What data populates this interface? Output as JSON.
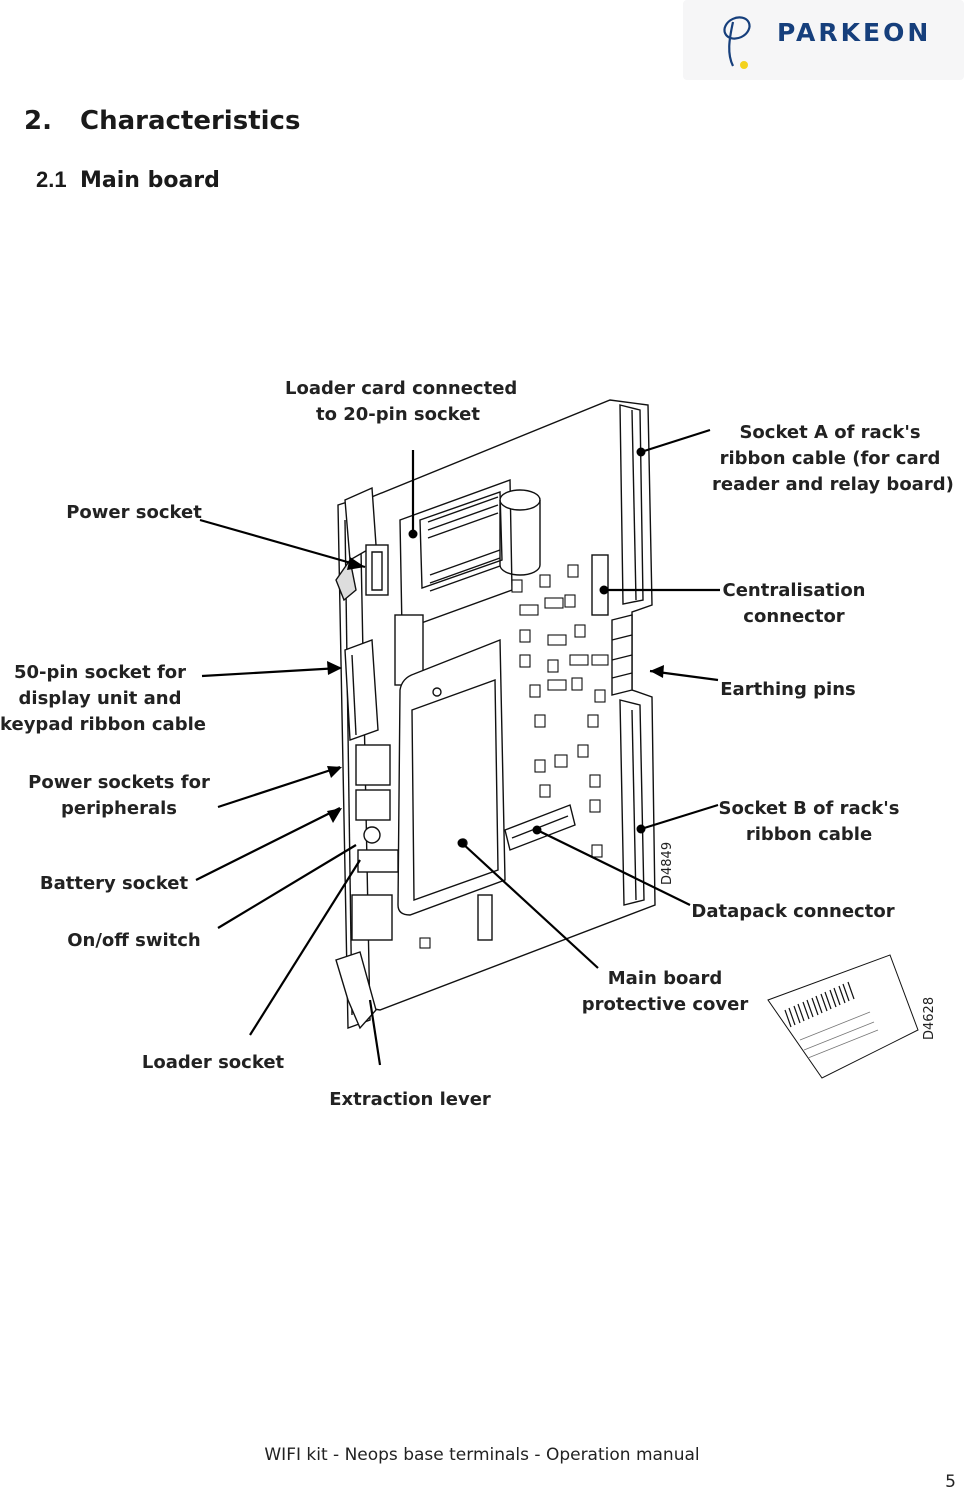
{
  "logo": {
    "text": "PARKEON",
    "brand_color": "#163f7c",
    "accent_color": "#f3d21e"
  },
  "heading": {
    "number": "2.",
    "title": "Characteristics"
  },
  "subheading": {
    "number": "2.1",
    "title": "Main board"
  },
  "figure": {
    "ref_main": "D4849",
    "ref_label": "D4628",
    "labels": {
      "loader_card_1": "Loader card connected",
      "loader_card_2": "to 20-pin socket",
      "socket_a_1": "Socket A of rack's",
      "socket_a_2": "ribbon cable (for card",
      "socket_a_3": "reader and relay board)",
      "power_socket": "Power socket",
      "centralisation_1": "Centralisation",
      "centralisation_2": "connector",
      "pin50_1": "50-pin socket for",
      "pin50_2": "display unit and",
      "pin50_3": "keypad ribbon cable",
      "earthing": "Earthing pins",
      "power_periph_1": "Power sockets for",
      "power_periph_2": "peripherals",
      "socket_b_1": "Socket B of rack's",
      "socket_b_2": "ribbon cable",
      "battery": "Battery socket",
      "datapack": "Datapack connector",
      "onoff": "On/off switch",
      "cover_1": "Main board",
      "cover_2": "protective cover",
      "loader_socket": "Loader socket",
      "extraction": "Extraction lever"
    }
  },
  "footer": {
    "text": "WIFI kit - Neops base terminals - Operation manual",
    "page": "5"
  }
}
